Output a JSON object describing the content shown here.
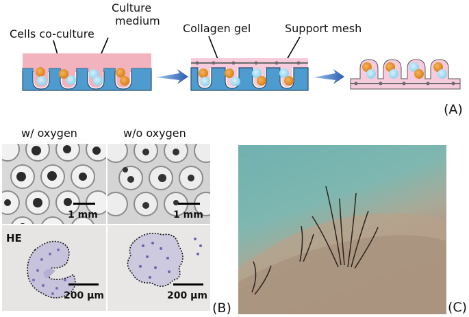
{
  "panel_a": {
    "labels": {
      "cells": "Cells co-culture",
      "medium_line1": "Culture",
      "medium_line2": "medium",
      "collagen": "Collagen gel",
      "mesh": "Support mesh"
    },
    "letter": "(A)"
  },
  "panel_b": {
    "header_left": "w/ oxygen",
    "header_right": "w/o oxygen",
    "scale_top_left": "1 mm",
    "scale_top_right": "1 mm",
    "stain": "HE",
    "scale_bottom_left": "200 μm",
    "scale_bottom_right": "200 μm",
    "letter": "(B)"
  },
  "panel_c": {
    "letter": "(C)"
  },
  "colors": {
    "mold_blue": "#4e9bd0",
    "medium_pink": "#f2b3bf",
    "gel_pink": "#f6cbdc",
    "cell_orange": "#e8962e",
    "cell_cyan": "#a6e0f4",
    "arrow_blue": "#2d62b8"
  }
}
